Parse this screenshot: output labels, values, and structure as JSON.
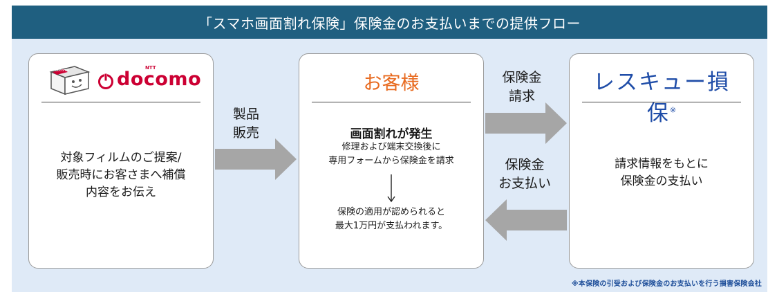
{
  "header": {
    "title": "「スマホ画面割れ保険」保険金のお支払いまでの提供フロー"
  },
  "colors": {
    "header_bg": "#1f5f80",
    "frame_bg": "#dfeaf7",
    "arrow_gray": "#a6a6a6",
    "docomo_red": "#cc0033",
    "customer_orange": "#e86a1f",
    "insurer_blue": "#1f4da8",
    "footnote_blue": "#1f4f9a"
  },
  "docomo": {
    "brand": "docomo",
    "brand_prefix": "NTT",
    "box_label": "docomo",
    "description_lines": [
      "対象フィルムのご提案/",
      "販売時にお客さまへ補償",
      "内容をお伝え"
    ]
  },
  "customer": {
    "title": "お客様",
    "event": "画面割れが発生",
    "event_detail_lines": [
      "修理および端末交換後に",
      "専用フォームから保険金を請求"
    ],
    "result_lines": [
      "保険の適用が認められると",
      "最大1万円が支払われます。"
    ]
  },
  "insurer": {
    "name": "レスキュー損保",
    "mark": "※",
    "description_lines": [
      "請求情報をもとに",
      "保険金の支払い"
    ]
  },
  "flows": {
    "sale_lines": [
      "製品",
      "販売"
    ],
    "claim_lines": [
      "保険金",
      "請求"
    ],
    "payment_lines": [
      "保険金",
      "お支払い"
    ]
  },
  "footnote": "※本保険の引受および保険金のお支払いを行う損害保険会社"
}
